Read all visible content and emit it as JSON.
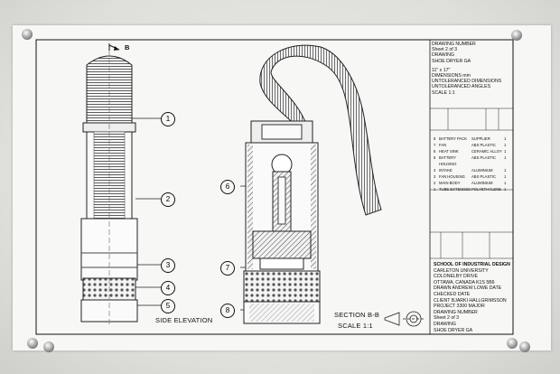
{
  "title_block": {
    "drawing_number_label": "DRAWING NUMBER",
    "sheet": "Sheet 2 of 3",
    "drawing_label": "DRAWING",
    "drawing_name": "SHOE DRYER GA",
    "sizes": "11\" x 17\"",
    "dimensions": "DIMENSIONS mm",
    "unt_dims": "UNTOLERANCED DIMENSIONS",
    "unt_angles": "UNTOLERANCED ANGLES",
    "scale": "SCALE   1:1",
    "school": "SCHOOL OF INDUSTRIAL DESIGN",
    "univ": "CARLETON UNIVERSITY",
    "drive": "COLONELBY DRIVE",
    "city": "OTTAWA, CANADA K1S 5B6",
    "drawn": "DRAWN   ANDREW LOWE       DATE",
    "checked": "CHECKED                       DATE",
    "client": "CLIENT   BJARKI HALLGRIMSSON",
    "project": "PROJECT   3300 MAJOR",
    "dn_bottom": "DRAWING NUMBER",
    "sheet_bottom": "Sheet 2 of 3",
    "drawing_bottom": "DRAWING",
    "name_bottom": "SHOE DRYER GA"
  },
  "parts": [
    {
      "no": "8",
      "name": "BATTERY PACK",
      "supplier": "SUPPLIER",
      "qty": "1"
    },
    {
      "no": "7",
      "name": "FAN",
      "supplier": "ABS PLASTIC",
      "qty": "1"
    },
    {
      "no": "6",
      "name": "HEAT SINK",
      "supplier": "CERAMIC ALLOY",
      "qty": "1"
    },
    {
      "no": "5",
      "name": "BATTERY HOUSING",
      "supplier": "ABS PLASTIC",
      "qty": "1"
    },
    {
      "no": "4",
      "name": "INTAKE",
      "supplier": "ALUMINIUM",
      "qty": "1"
    },
    {
      "no": "3",
      "name": "FAN HOUSING",
      "supplier": "ABS PLASTIC",
      "qty": "1"
    },
    {
      "no": "2",
      "name": "MAIN BODY",
      "supplier": "ALUMINIUM",
      "qty": "1"
    },
    {
      "no": "1",
      "name": "TUBE EXTENDED",
      "supplier": "POLYETHYLENE",
      "qty": "1"
    }
  ],
  "callouts": [
    "1",
    "2",
    "3",
    "4",
    "5",
    "6",
    "7",
    "8"
  ],
  "views": {
    "side": "SIDE ELEVATION",
    "section": "SECTION B-B",
    "section_scale": "SCALE 1:1",
    "arrow": "B"
  }
}
